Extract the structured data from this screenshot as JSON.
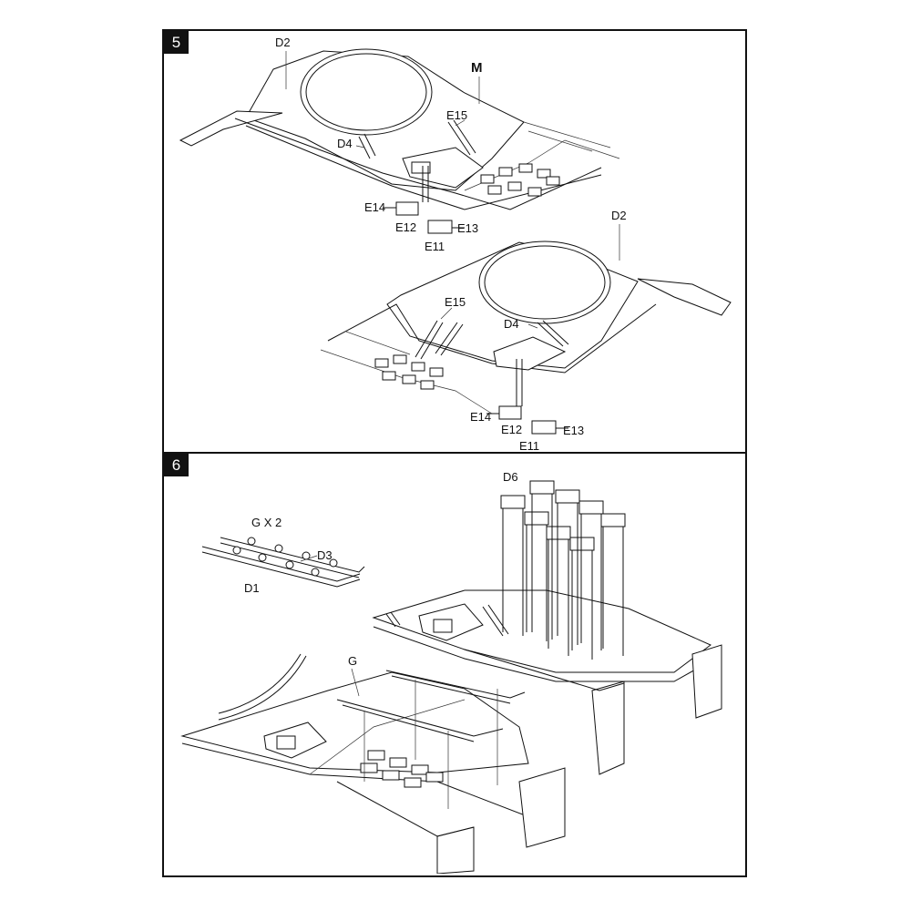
{
  "steps": {
    "five": "5",
    "six": "6"
  },
  "step5": {
    "labels": {
      "m": "M",
      "d2_top": "D2",
      "d2_right": "D2",
      "d4_top": "D4",
      "d4_bottom": "D4",
      "e15_top": "E15",
      "e15_bottom": "E15",
      "e14_top": "E14",
      "e12_top": "E12",
      "e13_top": "E13",
      "e11_top": "E11",
      "e14_bottom": "E14",
      "e12_bottom": "E12",
      "e13_bottom": "E13",
      "e11_bottom": "E11"
    }
  },
  "step6": {
    "labels": {
      "d6": "D6",
      "gx2": "G X 2",
      "d3": "D3",
      "d1": "D1",
      "g": "G"
    }
  }
}
